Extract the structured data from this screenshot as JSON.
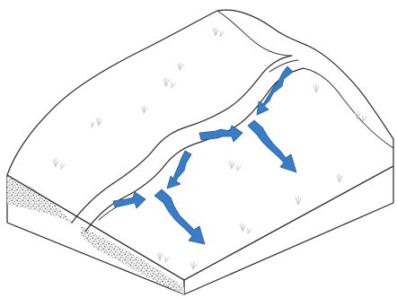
{
  "scene": {
    "subject": "hillslope-with-channel-drainage",
    "colors": {
      "background": "#ffffff",
      "outline": "#2a2a2a",
      "grass": "#c4c4c4",
      "soil_stipple": "#555555",
      "arrow": "#3a7cc6",
      "arrow_stroke": "#1f5f9f"
    },
    "flow_arrows": [
      {
        "id": "upper-right-down-into-channel"
      },
      {
        "id": "upper-right-out-downslope"
      },
      {
        "id": "middle-along-channel"
      },
      {
        "id": "middle-down-into-lower-channel"
      },
      {
        "id": "lower-along-channel"
      },
      {
        "id": "lower-out-downslope"
      }
    ],
    "icons": [
      "grass-tuft-icon",
      "flow-arrow-icon"
    ]
  }
}
